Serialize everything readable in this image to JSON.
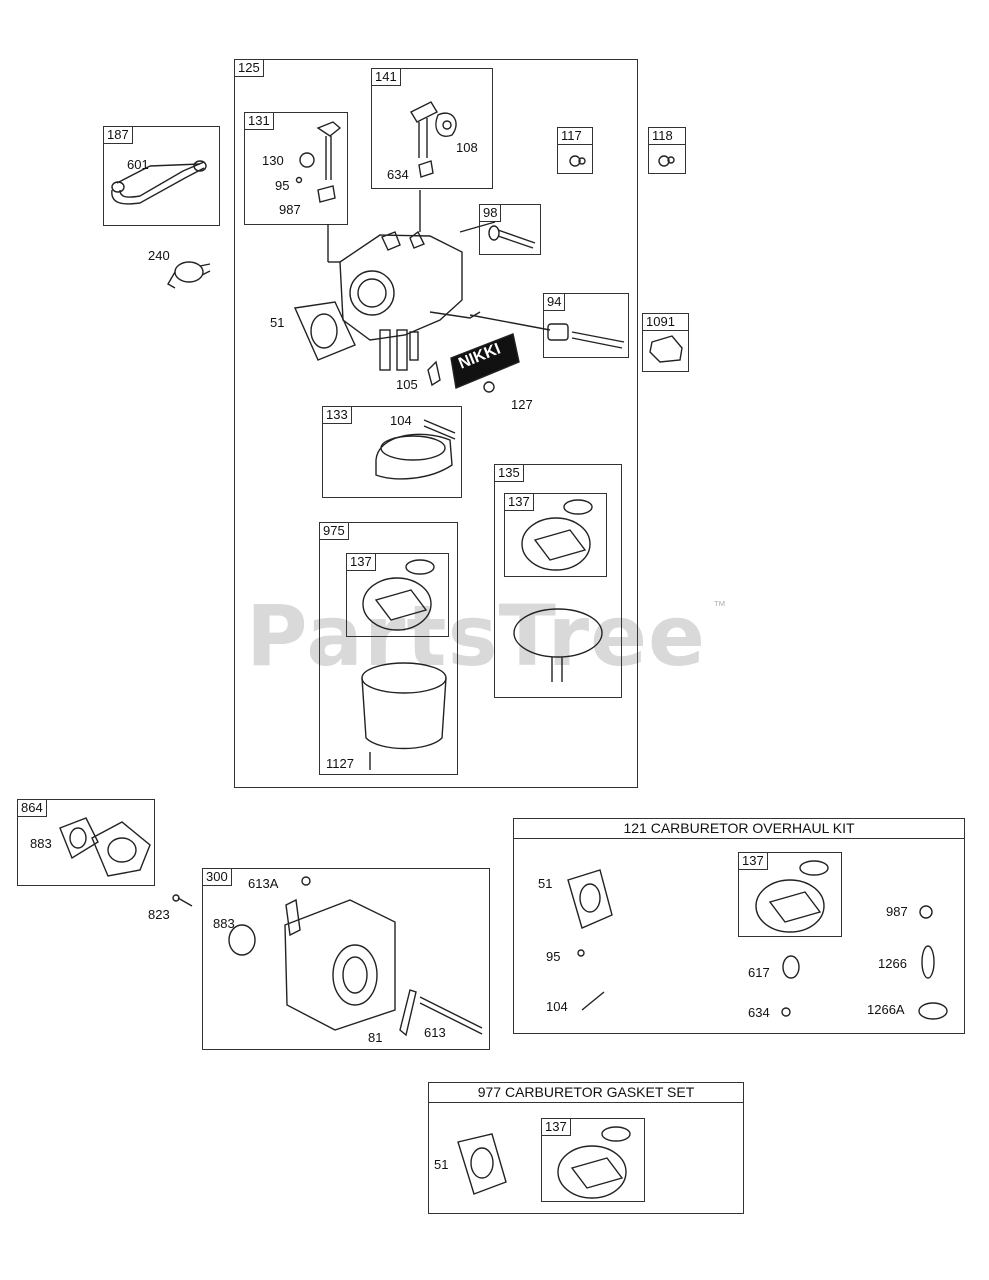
{
  "watermark": {
    "text": "PartsTree",
    "tm": "™"
  },
  "brand_plate": "NIKKI",
  "boxes": {
    "b125": "125",
    "b131": "131",
    "b141": "141",
    "b187": "187",
    "b117": "117",
    "b118": "118",
    "b98": "98",
    "b94": "94",
    "b1091": "1091",
    "b133": "133",
    "b135": "135",
    "b137a": "137",
    "b975": "975",
    "b137b": "137",
    "b864": "864",
    "b300": "300",
    "b121": "121 CARBURETOR OVERHAUL KIT",
    "b137c": "137",
    "b977": "977 CARBURETOR GASKET SET",
    "b137d": "137"
  },
  "labels": {
    "l601": "601",
    "l240": "240",
    "l130": "130",
    "l95a": "95",
    "l987a": "987",
    "l108": "108",
    "l634a": "634",
    "l51a": "51",
    "l105": "105",
    "l127": "127",
    "l104a": "104",
    "l1127": "1127",
    "l883a": "883",
    "l823": "823",
    "l613a": "613A",
    "l883b": "883",
    "l81": "81",
    "l613": "613",
    "l51b": "51",
    "l95b": "95",
    "l104b": "104",
    "l617": "617",
    "l634b": "634",
    "l987b": "987",
    "l1266": "1266",
    "l1266a": "1266A",
    "l51c": "51"
  }
}
